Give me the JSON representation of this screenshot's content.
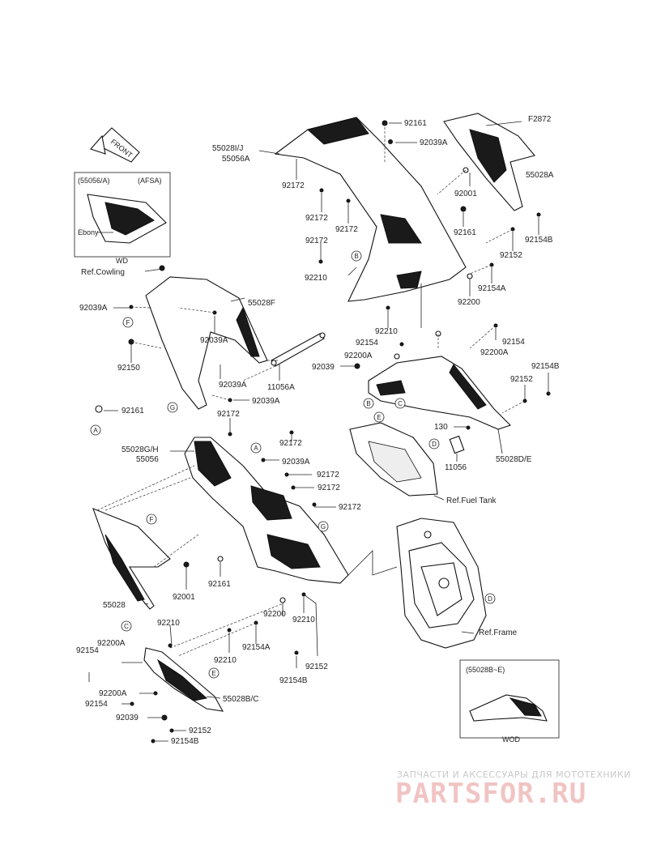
{
  "figure_code": "F2872",
  "front_label": "FRONT",
  "inset_afsa": {
    "part_ref": "(55056/A)",
    "option": "(AFSA)",
    "color_note": "Ebony",
    "model": "WD"
  },
  "inset_bottom": {
    "part_ref": "(55028B~E)",
    "model": "WOD"
  },
  "callouts": [
    {
      "id": "p_92161_top",
      "text": "92161"
    },
    {
      "id": "p_55028ij",
      "text": "55028I/J"
    },
    {
      "id": "p_55056a_top",
      "text": "55056A"
    },
    {
      "id": "p_92039a_top",
      "text": "92039A"
    },
    {
      "id": "p_f2872",
      "text": "F2872"
    },
    {
      "id": "p_55028a",
      "text": "55028A"
    },
    {
      "id": "p_92172_a",
      "text": "92172"
    },
    {
      "id": "p_92001_top",
      "text": "92001"
    },
    {
      "id": "p_92172_b",
      "text": "92172"
    },
    {
      "id": "p_92172_c",
      "text": "92172"
    },
    {
      "id": "p_92161_mid",
      "text": "92161"
    },
    {
      "id": "p_92154b_r1",
      "text": "92154B"
    },
    {
      "id": "p_92172_d",
      "text": "92172"
    },
    {
      "id": "p_92152_r1",
      "text": "92152"
    },
    {
      "id": "p_92210_t",
      "text": "92210"
    },
    {
      "id": "p_92154a_r",
      "text": "92154A"
    },
    {
      "id": "p_92200_r",
      "text": "92200"
    },
    {
      "id": "p_ref_cowling",
      "text": "Ref.Cowling"
    },
    {
      "id": "p_55028f",
      "text": "55028F"
    },
    {
      "id": "p_92039a_l",
      "text": "92039A"
    },
    {
      "id": "p_92039a_m",
      "text": "92039A"
    },
    {
      "id": "p_92210_m",
      "text": "92210"
    },
    {
      "id": "p_92154_m",
      "text": "92154"
    },
    {
      "id": "p_92154_r2",
      "text": "92154"
    },
    {
      "id": "p_92200a_r2",
      "text": "92200A"
    },
    {
      "id": "p_92200a_m",
      "text": "92200A"
    },
    {
      "id": "p_92150",
      "text": "92150"
    },
    {
      "id": "p_11056a",
      "text": "11056A"
    },
    {
      "id": "p_92039a_n",
      "text": "92039A"
    },
    {
      "id": "p_92039",
      "text": "92039"
    },
    {
      "id": "p_92154b_r3",
      "text": "92154B"
    },
    {
      "id": "p_92152_r3",
      "text": "92152"
    },
    {
      "id": "p_92039a_o",
      "text": "92039A"
    },
    {
      "id": "p_92161_l",
      "text": "92161"
    },
    {
      "id": "p_92172_e",
      "text": "92172"
    },
    {
      "id": "p_130",
      "text": "130"
    },
    {
      "id": "p_55028de",
      "text": "55028D/E"
    },
    {
      "id": "p_11056",
      "text": "11056"
    },
    {
      "id": "p_55028gh",
      "text": "55028G/H"
    },
    {
      "id": "p_55056",
      "text": "55056"
    },
    {
      "id": "p_92172_f",
      "text": "92172"
    },
    {
      "id": "p_92039a_p",
      "text": "92039A"
    },
    {
      "id": "p_92172_g",
      "text": "92172"
    },
    {
      "id": "p_92172_h",
      "text": "92172"
    },
    {
      "id": "p_ref_fuel",
      "text": "Ref.Fuel Tank"
    },
    {
      "id": "p_92172_i",
      "text": "92172"
    },
    {
      "id": "p_92001_l",
      "text": "92001"
    },
    {
      "id": "p_92161_b",
      "text": "92161"
    },
    {
      "id": "p_55028",
      "text": "55028"
    },
    {
      "id": "p_92210_b1",
      "text": "92210"
    },
    {
      "id": "p_92200a_b",
      "text": "92200A"
    },
    {
      "id": "p_92154_b",
      "text": "92154"
    },
    {
      "id": "p_92200_b",
      "text": "92200"
    },
    {
      "id": "p_92210_b2",
      "text": "92210"
    },
    {
      "id": "p_92154a_b",
      "text": "92154A"
    },
    {
      "id": "p_92210_b3",
      "text": "92210"
    },
    {
      "id": "p_ref_frame",
      "text": "Ref.Frame"
    },
    {
      "id": "p_92152_b",
      "text": "92152"
    },
    {
      "id": "p_92154b_b",
      "text": "92154B"
    },
    {
      "id": "p_92200a_b2",
      "text": "92200A"
    },
    {
      "id": "p_92154_b2",
      "text": "92154"
    },
    {
      "id": "p_55028bc",
      "text": "55028B/C"
    },
    {
      "id": "p_92039_b",
      "text": "92039"
    },
    {
      "id": "p_92152_b2",
      "text": "92152"
    },
    {
      "id": "p_92154b_b2",
      "text": "92154B"
    }
  ],
  "ref_markers": {
    "A": "A",
    "B": "B",
    "C": "C",
    "D": "D",
    "E": "E",
    "F": "F",
    "G": "G"
  },
  "watermark": {
    "caption": "ЗАПЧАСТИ И АКСЕССУАРЫ ДЛЯ МОТОТЕХНИКИ",
    "logo": "PARTSFOR.RU"
  }
}
